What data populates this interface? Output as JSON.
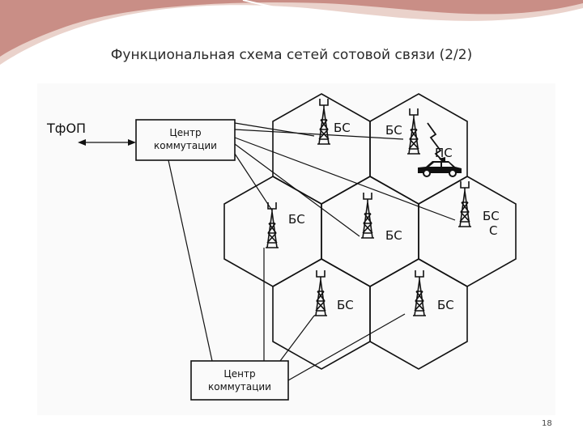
{
  "slide": {
    "title": "Функциональная схема сетей сотовой связи (2/2)",
    "page_number": "18"
  },
  "diagram": {
    "pstn_label": "ТфОП",
    "switch_center_top": [
      "Центр",
      "коммутации"
    ],
    "switch_center_bottom": [
      "Центр",
      "коммутации"
    ],
    "bs_label": "БС",
    "ms_label": "ПС",
    "extra_label": "С",
    "colors": {
      "ink": "#111111",
      "wave_dark": "#c98e86",
      "wave_light": "#ead2cb",
      "diagram_bg": "#fafafa"
    }
  }
}
